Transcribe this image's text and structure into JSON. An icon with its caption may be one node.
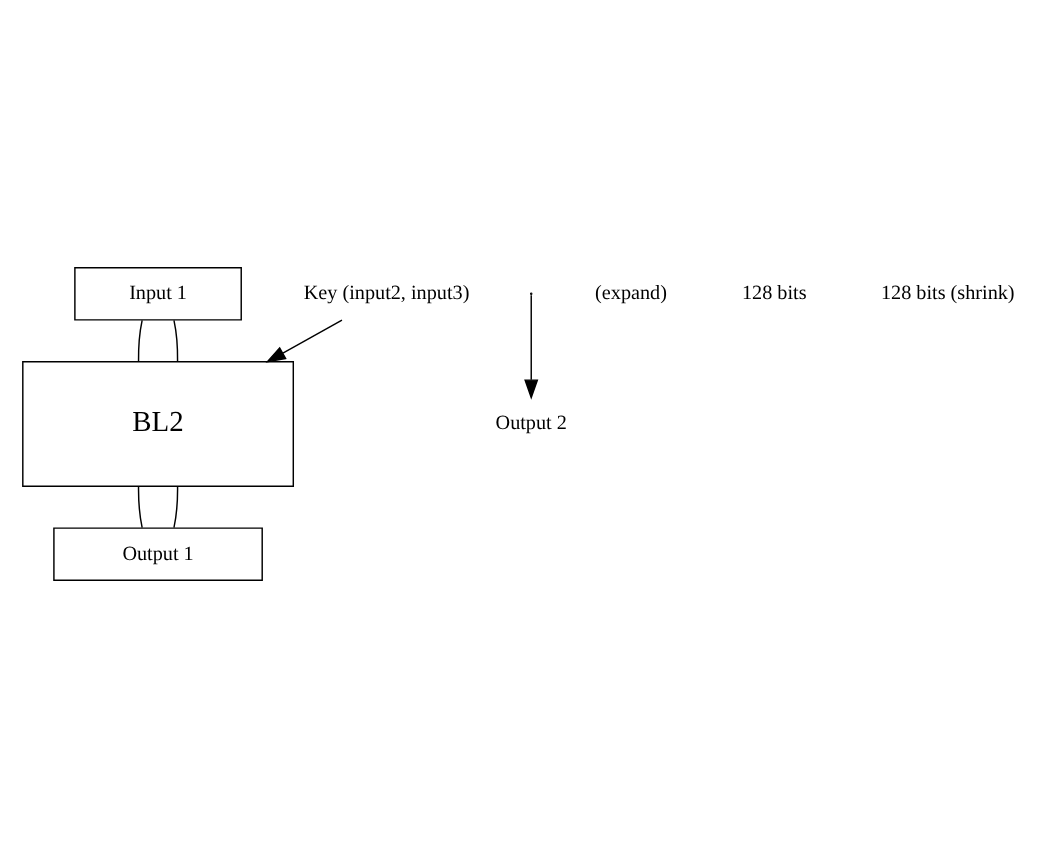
{
  "diagram": {
    "nodes": [
      {
        "text": [
          "Input 1"
        ]
      },
      {
        "text": [
          "BL2"
        ]
      },
      {
        "text": [
          "Output 1"
        ]
      },
      {
        "text": [
          "Key (input2, input3)"
        ]
      },
      {
        "text": [
          "Output 2"
        ]
      }
    ],
    "edges": [
      {
        "from": 0,
        "to": 1,
        "arrow": "none"
      },
      {
        "from": 0,
        "to": 1,
        "arrow": "none"
      },
      {
        "from": 1,
        "to": 2,
        "arrow": "none"
      },
      {
        "from": 1,
        "to": 2,
        "arrow": "none"
      },
      {
        "from": 3,
        "to": 1,
        "arrow": "to"
      },
      {
        "from": null,
        "to": 4,
        "arrow": "to"
      }
    ],
    "labels": [
      "(expand)",
      "128 bits",
      "128 bits (shrink)"
    ]
  }
}
